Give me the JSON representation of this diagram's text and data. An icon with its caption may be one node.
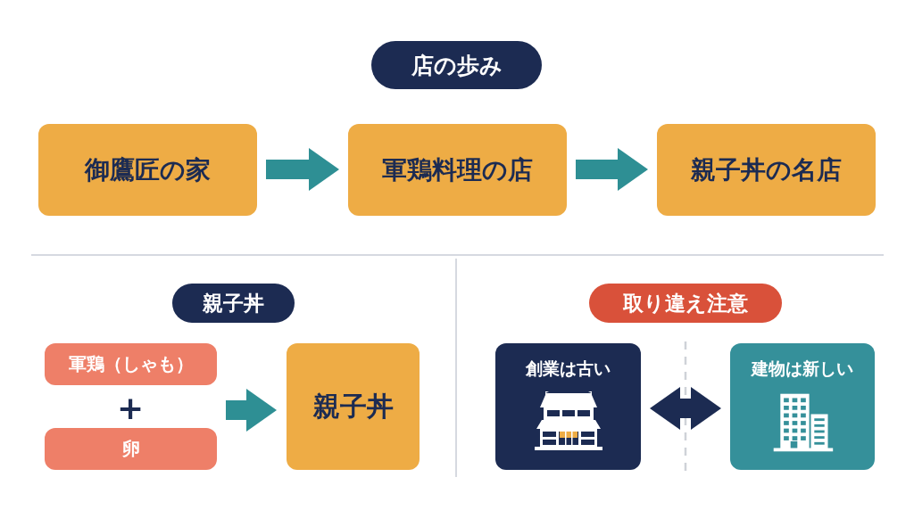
{
  "diagram": {
    "nodes": [
      {
        "text": [
          "店の歩み"
        ]
      },
      {
        "text": [
          "御鷹匠の家"
        ]
      },
      {
        "text": [
          "軍鶏料理の店"
        ]
      },
      {
        "text": [
          "親子丼の名店"
        ]
      },
      {
        "text": [
          "親子丼"
        ]
      },
      {
        "text": [
          "軍鶏（しゃも）"
        ]
      },
      {
        "text": [
          "卵"
        ]
      },
      {
        "text": [
          "親子丼"
        ]
      },
      {
        "text": [
          "取り違え注意"
        ]
      },
      {
        "text": [
          "創業は古い"
        ]
      },
      {
        "text": [
          "建物は新しい"
        ]
      }
    ],
    "edges": [
      {
        "from": 1,
        "to": 2,
        "arrow": "to"
      },
      {
        "from": 2,
        "to": 3,
        "arrow": "to"
      },
      {
        "from": null,
        "to": 7,
        "arrow": "to"
      },
      {
        "from": 9,
        "to": 10,
        "arrow": "both",
        "color": "#1c2b52"
      }
    ],
    "labels": [
      "+"
    ]
  }
}
